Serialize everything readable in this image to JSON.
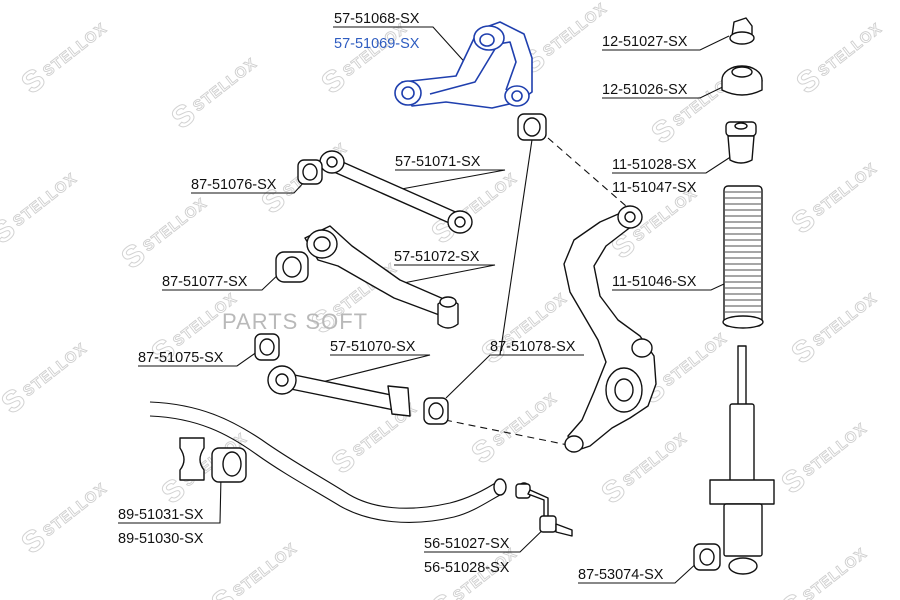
{
  "watermark": {
    "text": "STELLOX",
    "letter": "S",
    "brand": "PARTS SOFT"
  },
  "labels": {
    "upper_arm_a": "57-51068-SX",
    "upper_arm_b": "57-51069-SX",
    "nut": "12-51027-SX",
    "top_mount": "12-51026-SX",
    "bump_stop_a": "11-51028-SX",
    "bump_stop_b": "11-51047-SX",
    "dust_boot": "11-51046-SX",
    "rear_link": "57-51071-SX",
    "rear_link_bush": "87-51076-SX",
    "lower_arm": "57-51072-SX",
    "lower_arm_bush": "87-51077-SX",
    "toe_link_bush": "87-51075-SX",
    "toe_link": "57-51070-SX",
    "knuckle_bush": "87-51078-SX",
    "stab_bush_a": "89-51031-SX",
    "stab_bush_b": "89-51030-SX",
    "stab_link_a": "56-51027-SX",
    "stab_link_b": "56-51028-SX",
    "shock_bush": "87-53074-SX"
  },
  "colors": {
    "highlight": "#2e5cc0",
    "ink": "#111111",
    "watermark": "#cfcfcf"
  }
}
